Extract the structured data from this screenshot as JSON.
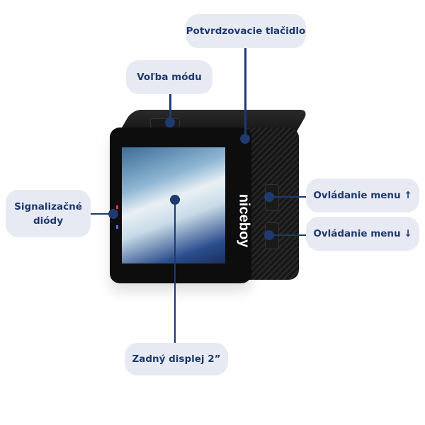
{
  "product": {
    "brand": "niceboy"
  },
  "callouts": {
    "confirm_button": "Potvrdzovacie tlačidlo",
    "mode_select": "Voľba módu",
    "indicator_leds": "Signalizačné diódy",
    "menu_up": "Ovládanie menu ↑",
    "menu_down": "Ovládanie menu ↓",
    "rear_display": "Zadný displej 2”"
  },
  "colors": {
    "accent": "#1f3a6e",
    "label_bg": "#e8eaf3"
  }
}
